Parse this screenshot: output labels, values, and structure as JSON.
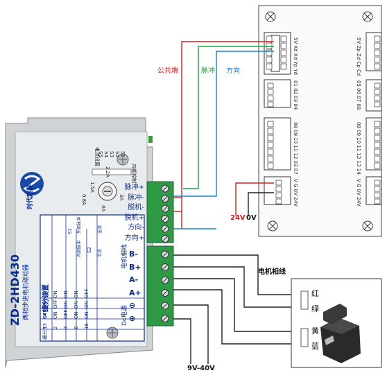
{
  "labels": {
    "common": "公共端",
    "pulse": "脉冲",
    "direction": "方向",
    "v24": "24V",
    "v0": "0V",
    "motor_phase_line": "电机相线",
    "supply": "9V-40V"
  },
  "motor_wires": [
    "红",
    "绿",
    "黄",
    "蓝"
  ],
  "driver": {
    "model": "ZD-2HD430",
    "subtitle": "两相步进电机驱动器",
    "brand": "时代超群",
    "subdivision_title": "细分设置",
    "table_header": [
      "细分",
      "S3",
      "S4",
      "S5"
    ],
    "table_rows": [
      [
        "1",
        "OFF",
        "OFF",
        "ON"
      ],
      [
        "2",
        "ON",
        "OFF",
        "ON"
      ],
      [
        "4",
        "OFF",
        "ON",
        "ON"
      ],
      [
        "8",
        "ON",
        "ON",
        "ON"
      ],
      [
        "16",
        "ON",
        "ON",
        "OFF"
      ]
    ],
    "s1_label": "S1",
    "s1_options": [
      "外部脉冲",
      "内部脉冲"
    ],
    "s2_label": "S2",
    "s2_options": [
      "全流",
      "半流"
    ],
    "current_setting": "电流设置",
    "dial_values": [
      "1.5A",
      "2.2A",
      "0.8A",
      "3A",
      "0A"
    ],
    "switch_labels": [
      "S5",
      "S4",
      "S3",
      "S2",
      "S1"
    ],
    "internal_control": "内部控制",
    "control_terminals": [
      "脉冲+",
      "脉冲-",
      "脱机-",
      "脱机+",
      "方向-",
      "方向+"
    ],
    "power_terminals": [
      "B-",
      "B+",
      "A-",
      "A+",
      "⊖",
      "⊕"
    ],
    "motor_label": "电机相线",
    "dc_label": "Dc电源"
  },
  "controller": {
    "left_col": [
      "5V Xd Xd Yp Yd",
      "01 02 03 04",
      "08 09 10 11 12 03 07",
      "V G 0V 24V"
    ],
    "right_col": [
      "5V Zp Zd Cp Cd",
      "05 06 07 08",
      "08 09 10 11 12 13 14",
      "V G 0V 24V"
    ]
  },
  "colors": {
    "red": "#d42020",
    "green": "#1aa33a",
    "blue": "#1d7fd0",
    "terminal_green": "#2e9a46",
    "panel_blue": "#0c2c8c",
    "metal": "#cfd3d6"
  }
}
